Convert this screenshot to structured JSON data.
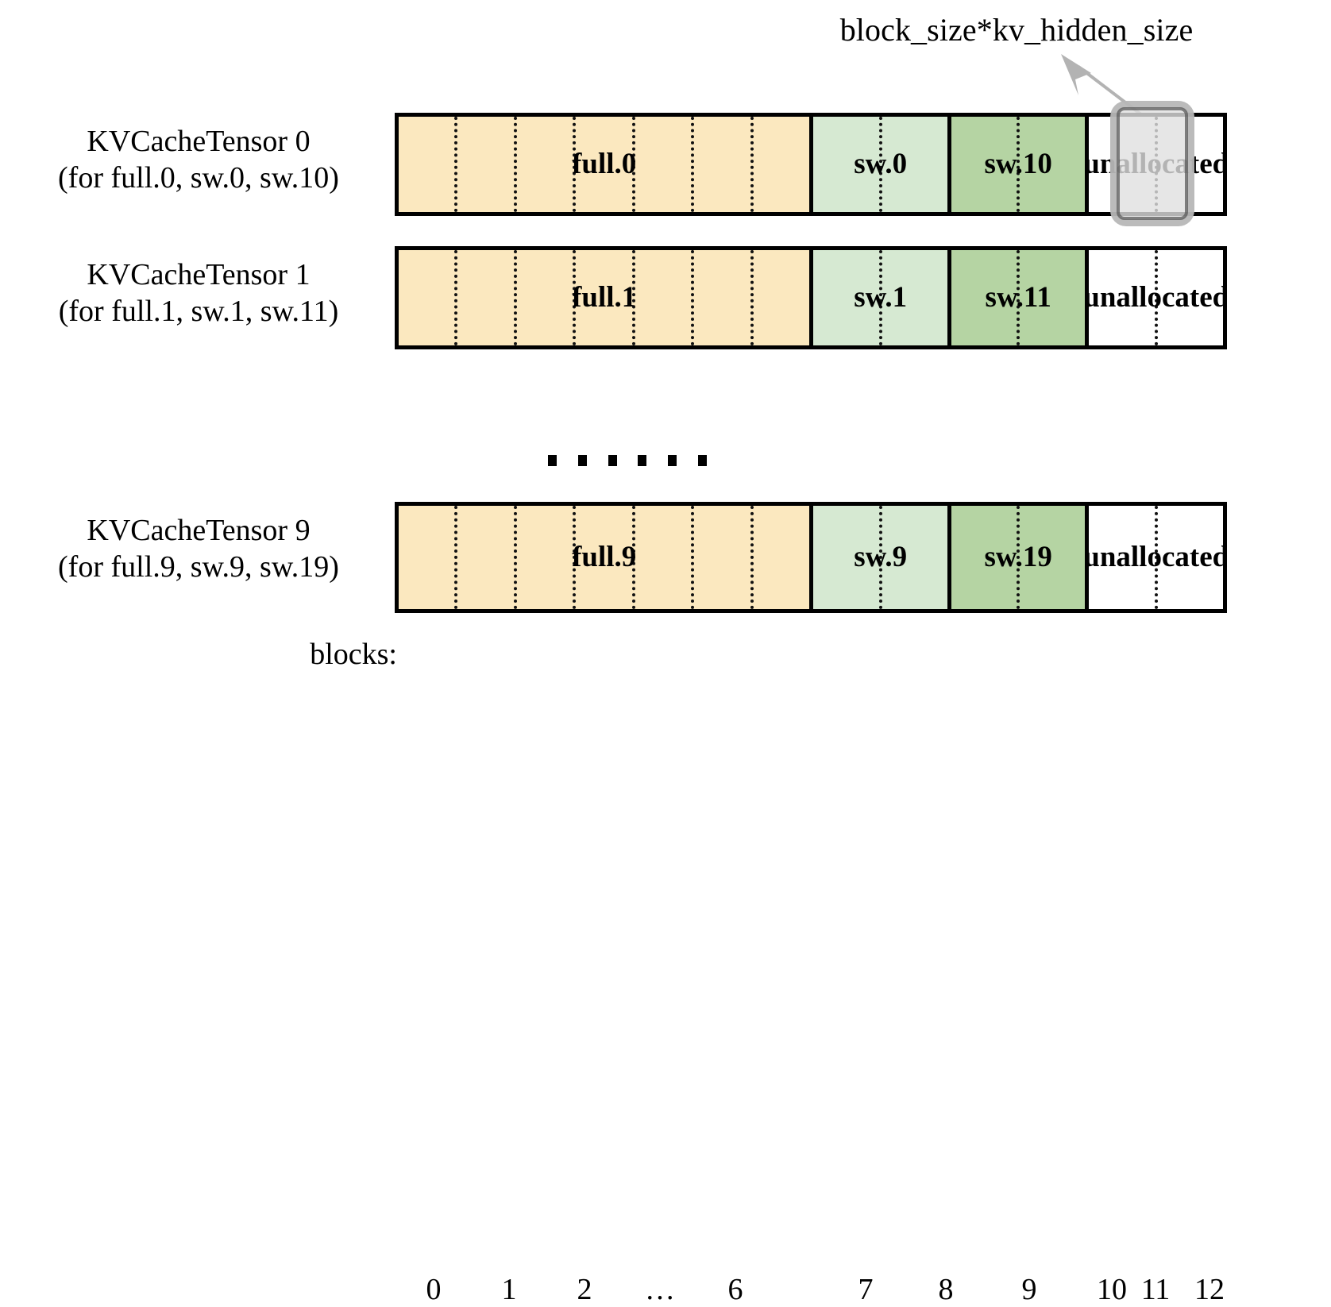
{
  "figure": {
    "callout": {
      "label": "block_size*kv_hidden_size",
      "arrow_icon": "callout-arrow-icon"
    },
    "ellipsis": "……",
    "colors": {
      "full": "#fbe8bf",
      "sliding_window_a": "#d6e9d2",
      "sliding_window_b": "#b5d4a3",
      "unallocated": "#ffffff",
      "outline": "#000000",
      "highlight": "#e0e0e0"
    },
    "rows": [
      {
        "title": "KVCacheTensor 0",
        "subtitle": "(for full.0, sw.0, sw.10)",
        "segments": [
          {
            "label": "full.0",
            "kind": "full",
            "blocks": 7
          },
          {
            "label": "sw.0",
            "kind": "swa",
            "blocks": 2
          },
          {
            "label": "sw.10",
            "kind": "swb",
            "blocks": 2
          },
          {
            "label": "unallocated",
            "kind": "unalloc",
            "blocks": 2
          }
        ]
      },
      {
        "title": "KVCacheTensor 1",
        "subtitle": "(for full.1, sw.1, sw.11)",
        "segments": [
          {
            "label": "full.1",
            "kind": "full",
            "blocks": 7
          },
          {
            "label": "sw.1",
            "kind": "swa",
            "blocks": 2
          },
          {
            "label": "sw.11",
            "kind": "swb",
            "blocks": 2
          },
          {
            "label": "unallocated",
            "kind": "unalloc",
            "blocks": 2
          }
        ]
      },
      {
        "title": "KVCacheTensor 9",
        "subtitle": "(for full.9, sw.9, sw.19)",
        "segments": [
          {
            "label": "full.9",
            "kind": "full",
            "blocks": 7
          },
          {
            "label": "sw.9",
            "kind": "swa",
            "blocks": 2
          },
          {
            "label": "sw.19",
            "kind": "swb",
            "blocks": 2
          },
          {
            "label": "unallocated",
            "kind": "unalloc",
            "blocks": 2
          }
        ]
      }
    ],
    "axis": {
      "title": "blocks:",
      "ticks": [
        "0",
        "1",
        "2",
        "…",
        "6",
        "7",
        "8",
        "9",
        "10",
        "11",
        "12"
      ]
    }
  }
}
